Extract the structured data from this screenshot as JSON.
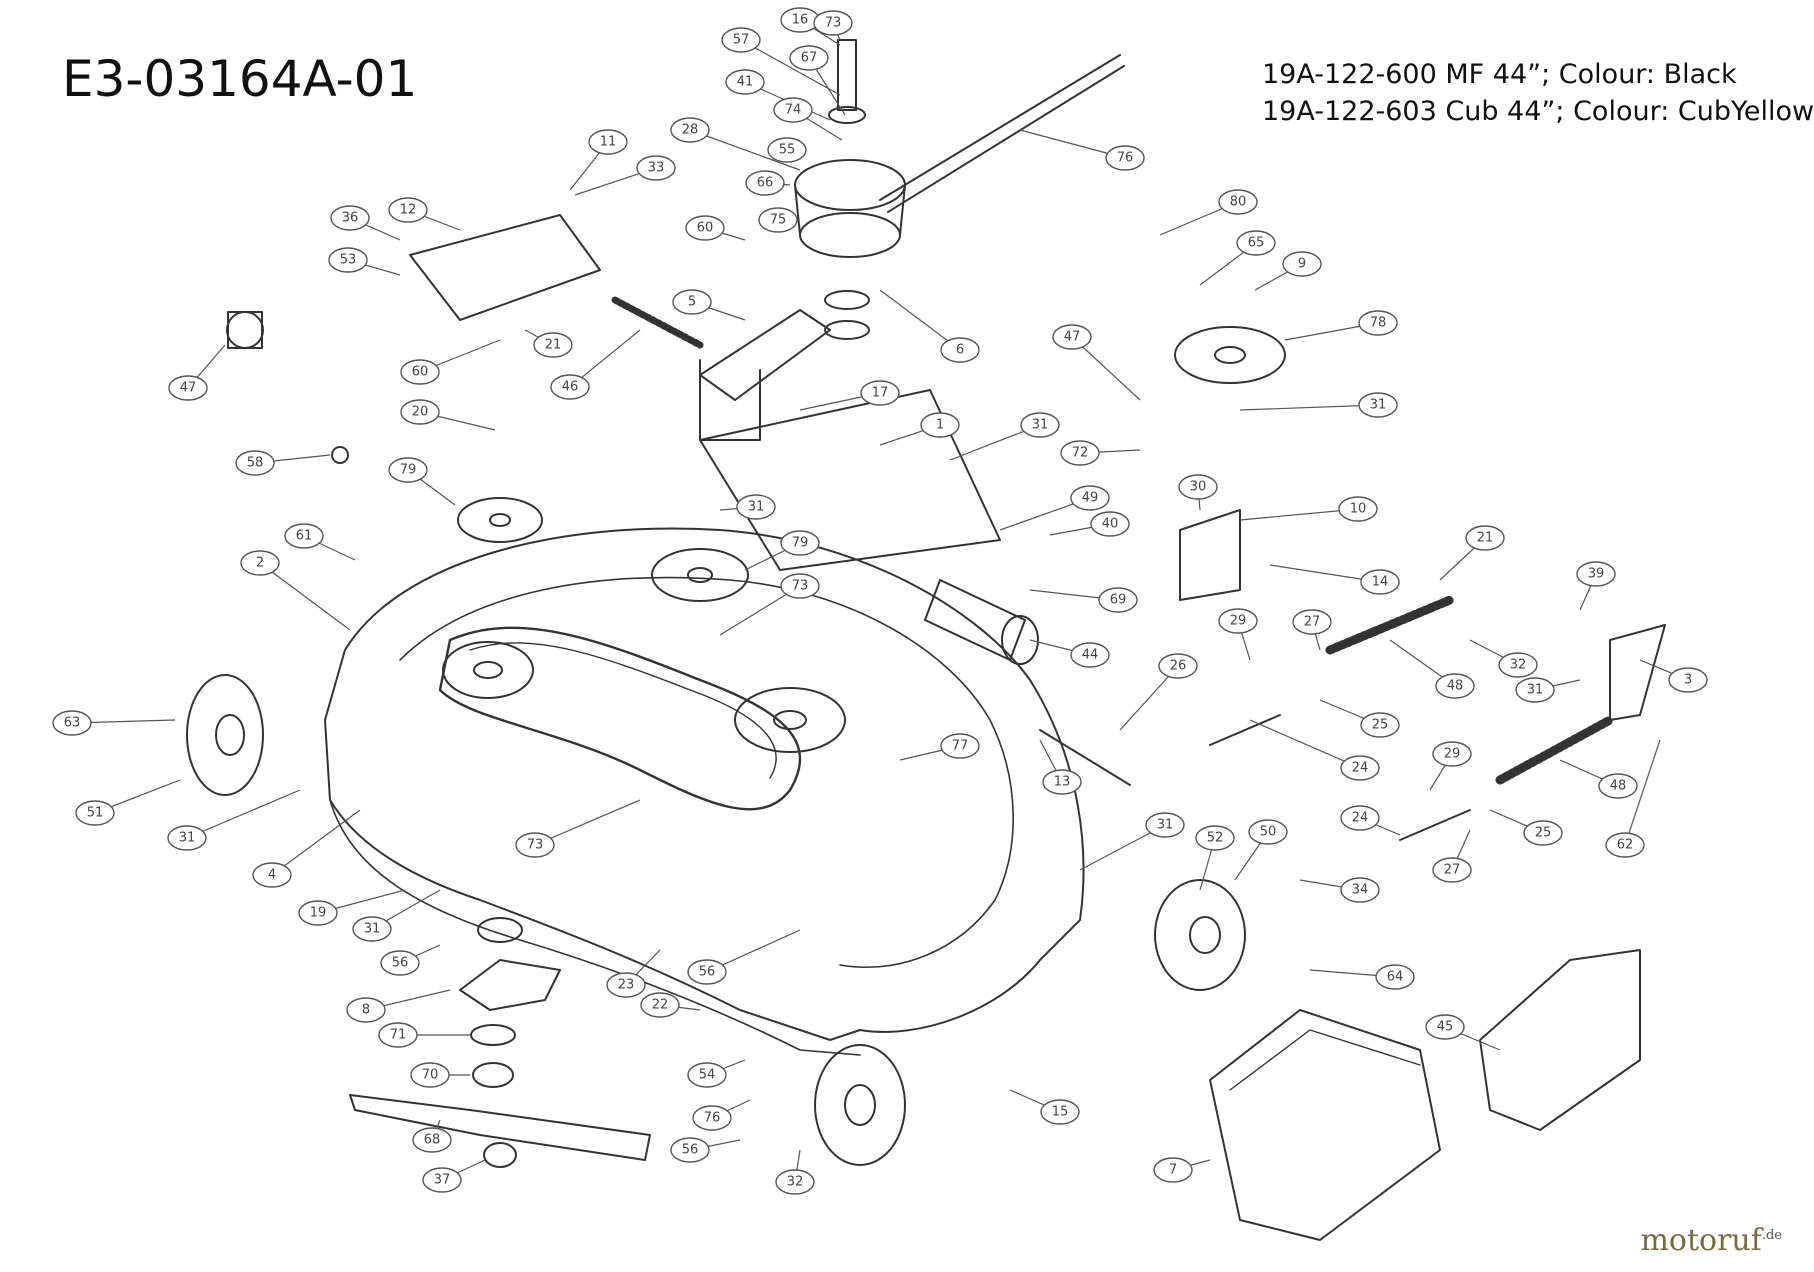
{
  "diagram": {
    "code": "E3-03164A-01",
    "models": [
      "19A-122-600 MF 44”; Colour: Black",
      "19A-122-603 Cub 44”; Colour: CubYellow"
    ],
    "watermark": {
      "name": "motoruf",
      "suffix": ".de"
    },
    "colors": {
      "line": "#333333",
      "callout": "#555555",
      "background": "#ffffff"
    },
    "callouts": [
      {
        "id": "c16",
        "label": "16"
      },
      {
        "id": "c57",
        "label": "57"
      },
      {
        "id": "c67",
        "label": "67"
      },
      {
        "id": "c41",
        "label": "41"
      },
      {
        "id": "c74",
        "label": "74"
      },
      {
        "id": "c28",
        "label": "28"
      },
      {
        "id": "c55",
        "label": "55"
      },
      {
        "id": "c66",
        "label": "66"
      },
      {
        "id": "c60a",
        "label": "60"
      },
      {
        "id": "c75",
        "label": "75"
      },
      {
        "id": "c76",
        "label": "76"
      },
      {
        "id": "c73a",
        "label": "73"
      },
      {
        "id": "c11",
        "label": "11"
      },
      {
        "id": "c33",
        "label": "33"
      },
      {
        "id": "c36",
        "label": "36"
      },
      {
        "id": "c12",
        "label": "12"
      },
      {
        "id": "c53",
        "label": "53"
      },
      {
        "id": "c47a",
        "label": "47"
      },
      {
        "id": "c60b",
        "label": "60"
      },
      {
        "id": "c21a",
        "label": "21"
      },
      {
        "id": "c5",
        "label": "5"
      },
      {
        "id": "c6a",
        "label": "6"
      },
      {
        "id": "c46",
        "label": "46"
      },
      {
        "id": "c17",
        "label": "17"
      },
      {
        "id": "c20",
        "label": "20"
      },
      {
        "id": "c58",
        "label": "58"
      },
      {
        "id": "c79a",
        "label": "79"
      },
      {
        "id": "c1",
        "label": "1"
      },
      {
        "id": "c31a",
        "label": "31"
      },
      {
        "id": "c31b",
        "label": "31"
      },
      {
        "id": "c72",
        "label": "72"
      },
      {
        "id": "c47b",
        "label": "47"
      },
      {
        "id": "c80",
        "label": "80"
      },
      {
        "id": "c65",
        "label": "65"
      },
      {
        "id": "c9",
        "label": "9"
      },
      {
        "id": "c78",
        "label": "78"
      },
      {
        "id": "c31c",
        "label": "31"
      },
      {
        "id": "c61",
        "label": "61"
      },
      {
        "id": "c2",
        "label": "2"
      },
      {
        "id": "c79b",
        "label": "79"
      },
      {
        "id": "c73b",
        "label": "73"
      },
      {
        "id": "c49",
        "label": "49"
      },
      {
        "id": "c40",
        "label": "40"
      },
      {
        "id": "c69",
        "label": "69"
      },
      {
        "id": "c30",
        "label": "30"
      },
      {
        "id": "c10",
        "label": "10"
      },
      {
        "id": "c14",
        "label": "14"
      },
      {
        "id": "c21b",
        "label": "21"
      },
      {
        "id": "c39",
        "label": "39"
      },
      {
        "id": "c63",
        "label": "63"
      },
      {
        "id": "c44",
        "label": "44"
      },
      {
        "id": "c29a",
        "label": "29"
      },
      {
        "id": "c27a",
        "label": "27"
      },
      {
        "id": "c48a",
        "label": "48"
      },
      {
        "id": "c32a",
        "label": "32"
      },
      {
        "id": "c31d",
        "label": "31"
      },
      {
        "id": "c3a",
        "label": "3"
      },
      {
        "id": "c26",
        "label": "26"
      },
      {
        "id": "c25a",
        "label": "25"
      },
      {
        "id": "c51",
        "label": "51"
      },
      {
        "id": "c31e",
        "label": "31"
      },
      {
        "id": "c77",
        "label": "77"
      },
      {
        "id": "c13",
        "label": "13"
      },
      {
        "id": "c24a",
        "label": "24"
      },
      {
        "id": "c29b",
        "label": "29"
      },
      {
        "id": "c48b",
        "label": "48"
      },
      {
        "id": "c25b",
        "label": "25"
      },
      {
        "id": "c62",
        "label": "62"
      },
      {
        "id": "c4",
        "label": "4"
      },
      {
        "id": "c31f",
        "label": "31"
      },
      {
        "id": "c52",
        "label": "52"
      },
      {
        "id": "c50",
        "label": "50"
      },
      {
        "id": "c24b",
        "label": "24"
      },
      {
        "id": "c27b",
        "label": "27"
      },
      {
        "id": "c19",
        "label": "19"
      },
      {
        "id": "c31g",
        "label": "31"
      },
      {
        "id": "c34",
        "label": "34"
      },
      {
        "id": "c56a",
        "label": "56"
      },
      {
        "id": "c73c",
        "label": "73"
      },
      {
        "id": "c8",
        "label": "8"
      },
      {
        "id": "c23",
        "label": "23"
      },
      {
        "id": "c56b",
        "label": "56"
      },
      {
        "id": "c64",
        "label": "64"
      },
      {
        "id": "c71",
        "label": "71"
      },
      {
        "id": "c22",
        "label": "22"
      },
      {
        "id": "c45",
        "label": "45"
      },
      {
        "id": "c70",
        "label": "70"
      },
      {
        "id": "c54",
        "label": "54"
      },
      {
        "id": "c15",
        "label": "15"
      },
      {
        "id": "c68",
        "label": "68"
      },
      {
        "id": "c76b",
        "label": "76"
      },
      {
        "id": "c56c",
        "label": "56"
      },
      {
        "id": "c37",
        "label": "37"
      },
      {
        "id": "c32b",
        "label": "32"
      },
      {
        "id": "c7",
        "label": "7"
      }
    ]
  }
}
